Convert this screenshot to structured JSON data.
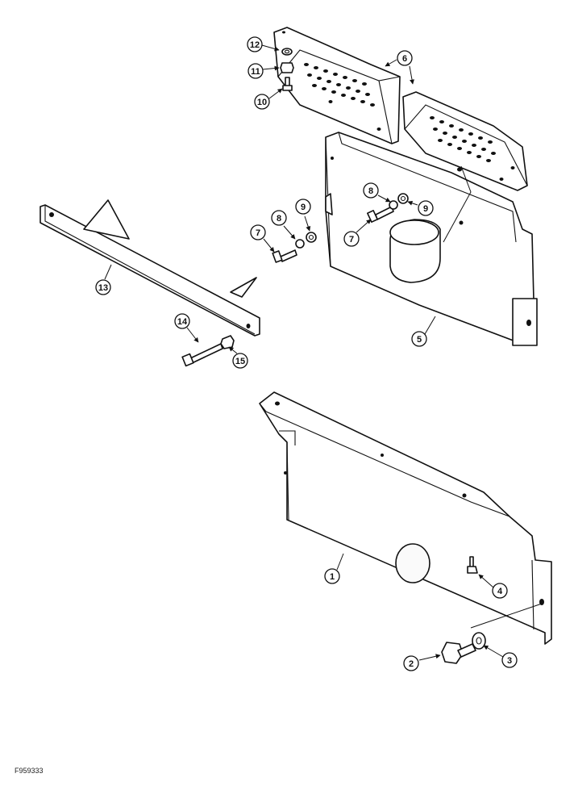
{
  "figure": {
    "id": "F959333",
    "callouts": {
      "c1": "1",
      "c2": "2",
      "c3": "3",
      "c4": "4",
      "c5": "5",
      "c6": "6",
      "c7a": "7",
      "c7b": "7",
      "c8a": "8",
      "c8b": "8",
      "c9a": "9",
      "c9b": "9",
      "c10": "10",
      "c11": "11",
      "c12": "12",
      "c13": "13",
      "c14": "14",
      "c15": "15"
    }
  }
}
